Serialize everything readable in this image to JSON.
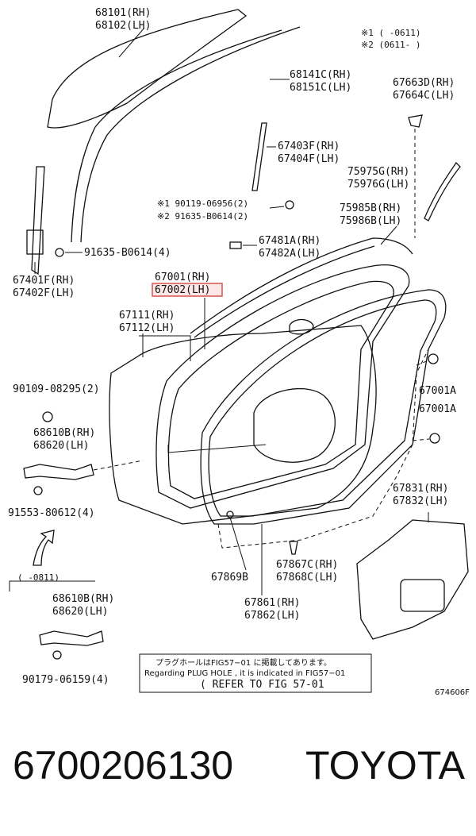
{
  "labels": {
    "l68101": "68101(RH)",
    "l68102": "68102(LH)",
    "l68141": "68141C(RH)",
    "l68151": "68151C(LH)",
    "l67403": "67403F(RH)",
    "l67404": "67404F(LH)",
    "l67663": "67663D(RH)",
    "l67664": "67664C(LH)",
    "l75975": "75975G(RH)",
    "l75976": "75976G(LH)",
    "l90119": "※1 90119-06956(2)",
    "l91635a": "※2 91635-B0614(2)",
    "l75985": "75985B(RH)",
    "l75986": "75986B(LH)",
    "l91635b": "91635-B0614(4)",
    "l67481": "67481A(RH)",
    "l67482": "67482A(LH)",
    "l67401": "67401F(RH)",
    "l67402": "67402F(LH)",
    "l67001": "67001(RH)",
    "l67002": "67002(LH)",
    "l67111": "67111(RH)",
    "l67112": "67112(LH)",
    "l90109": "90109-08295(2)",
    "l68610b1": "68610B(RH)",
    "l68620a": "68620(LH)",
    "l67001a1": "67001A",
    "l67001a2": "67001A",
    "l91553": "91553-80612(4)",
    "l67831": "67831(RH)",
    "l67832": "67832(LH)",
    "l0811": "(    -0811)",
    "l67867": "67867C(RH)",
    "l67868": "67868C(LH)",
    "l67869": "67869B",
    "l68610b2": "68610B(RH)",
    "l68620b": "68620(LH)",
    "l67861": "67861(RH)",
    "l67862": "67862(LH)",
    "l90179": "90179-06159(4)",
    "legend1": "※1 (    -0611)",
    "legend2": "※2 (0611-    )",
    "note_jp": "プラグホールはFIG57−01 に掲載してあります。",
    "note_en": "Regarding PLUG HOLE , it is indicated in FIG57−01",
    "note_ref": "( REFER TO FIG 57-01",
    "fig_code": "674606F"
  },
  "footer": {
    "part_number": "6700206130",
    "brand": "TOYOTA"
  },
  "colors": {
    "highlight": "#d9534f",
    "highlight_fill": "#fde8e8"
  }
}
